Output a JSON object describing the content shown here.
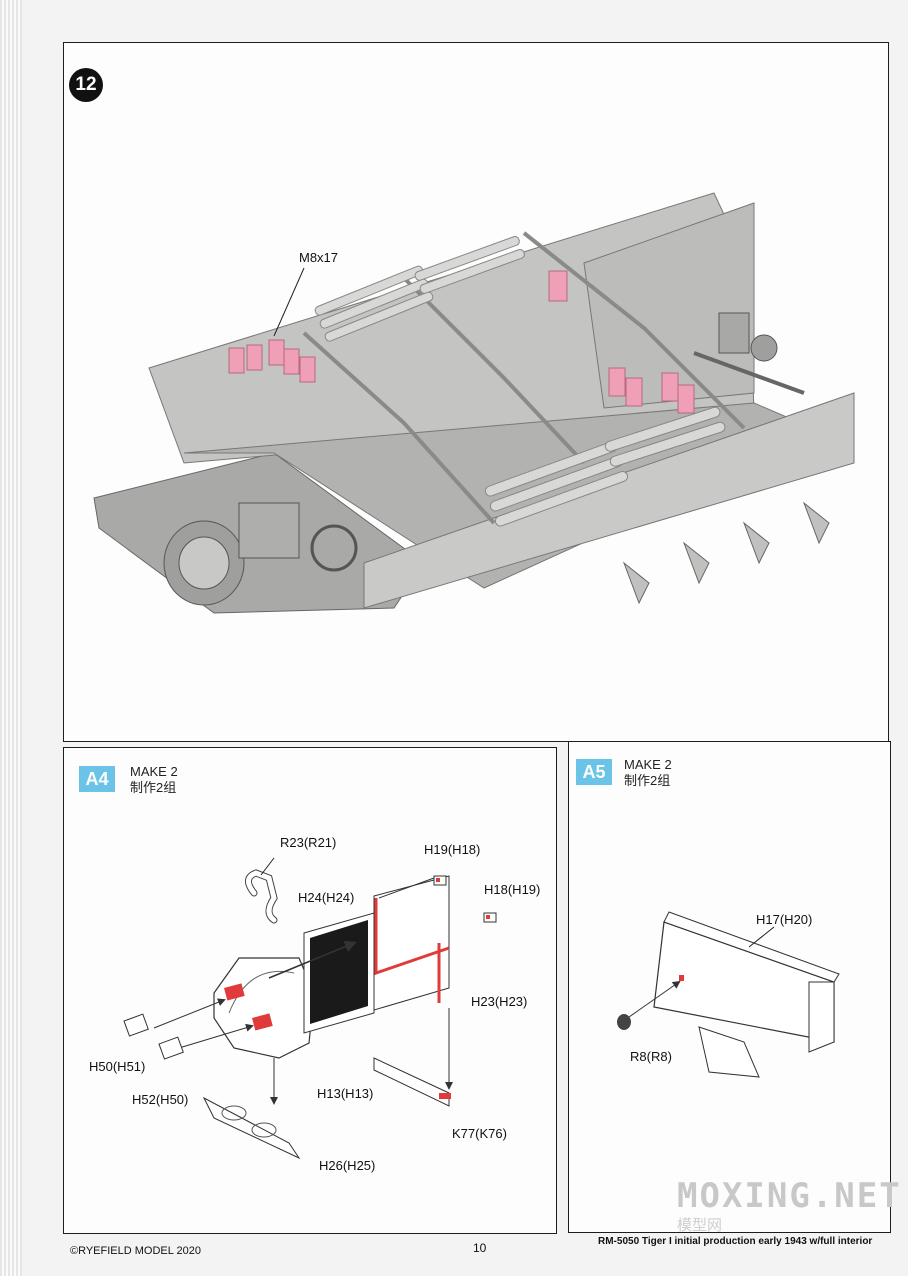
{
  "step": {
    "number": "12",
    "callout_m8x17": "M8x17"
  },
  "a4": {
    "badge": "A4",
    "make_en": "MAKE 2",
    "make_cn": "制作2组",
    "parts": {
      "r23": "R23(R21)",
      "h19": "H19(H18)",
      "h24": "H24(H24)",
      "h18": "H18(H19)",
      "h23": "H23(H23)",
      "h50": "H50(H51)",
      "h52": "H52(H50)",
      "h13": "H13(H13)",
      "k77": "K77(K76)",
      "h26": "H26(H25)"
    }
  },
  "a5": {
    "badge": "A5",
    "make_en": "MAKE 2",
    "make_cn": "制作2组",
    "parts": {
      "h17": "H17(H20)",
      "r8": "R8(R8)"
    }
  },
  "footer": {
    "copyright": "©RYEFIELD MODEL 2020",
    "page_number": "10",
    "product": "RM-5050 Tiger I initial production early 1943 w/full interior"
  },
  "watermark": {
    "main": "MOXING.NET",
    "sub": "模型网"
  },
  "colors": {
    "hull": "#b9bab8",
    "accent_red": "#e03a3a",
    "ammo_pink": "#ef9fb6",
    "badge_blue": "#6cc3e8"
  }
}
